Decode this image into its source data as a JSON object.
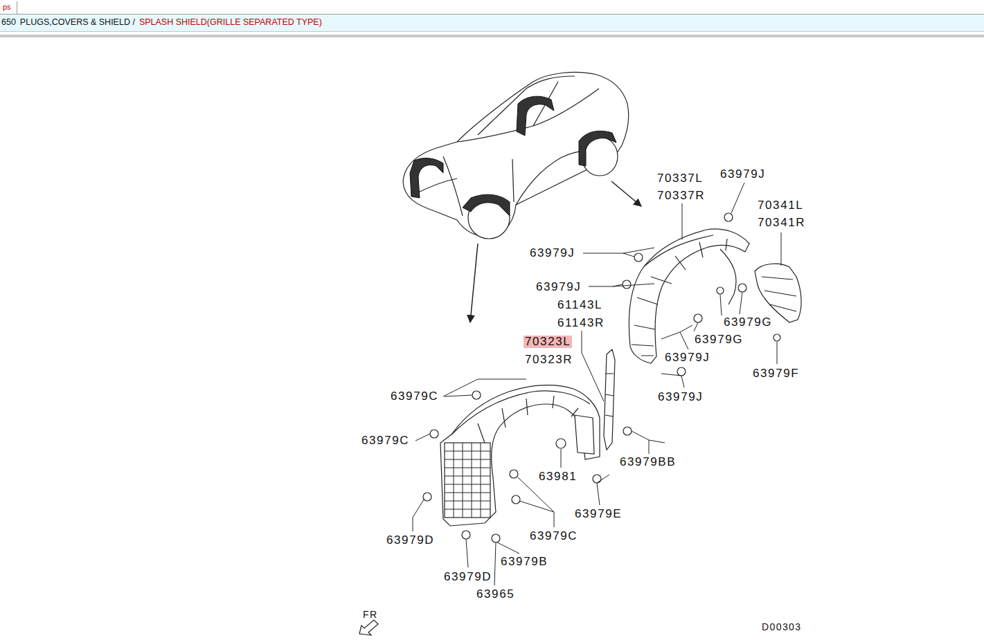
{
  "diagram": {
    "labels": [
      "ps",
      "650",
      "PLUGS,COVERS & SHIELD /",
      "SPLASH SHIELD(GRILLE SEPARATED TYPE)",
      "70337L",
      "63979J",
      "70337R",
      "70341L",
      "70341R",
      "63979J",
      "63979J",
      "61143L",
      "61143R",
      "63979G",
      "70323L",
      "63979G",
      "63979J",
      "70323R",
      "63979F",
      "63979C",
      "63979J",
      "63979C",
      "63979BB",
      "63981",
      "63979E",
      "63979C",
      "63979D",
      "63979B",
      "63979D",
      "63965",
      "FR",
      "D00303"
    ]
  }
}
